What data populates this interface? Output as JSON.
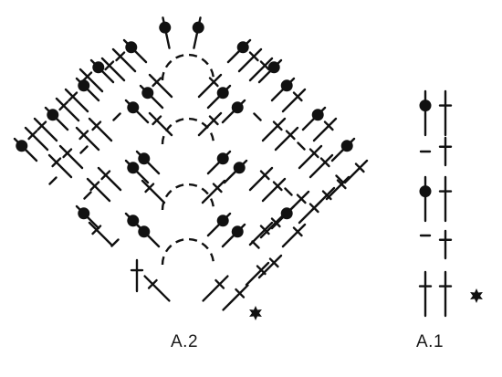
{
  "diagrams": [
    {
      "id": "A.2",
      "label": "A.2"
    },
    {
      "id": "A.1",
      "label": "A.1"
    }
  ],
  "colors": {
    "ink": "#111111",
    "background": "#ffffff"
  },
  "symbols": {
    "tr": "treble-crochet",
    "ch": "chain",
    "bead": "treble-with-bead",
    "arc": "chain-space-arc",
    "star": "start-marker"
  }
}
